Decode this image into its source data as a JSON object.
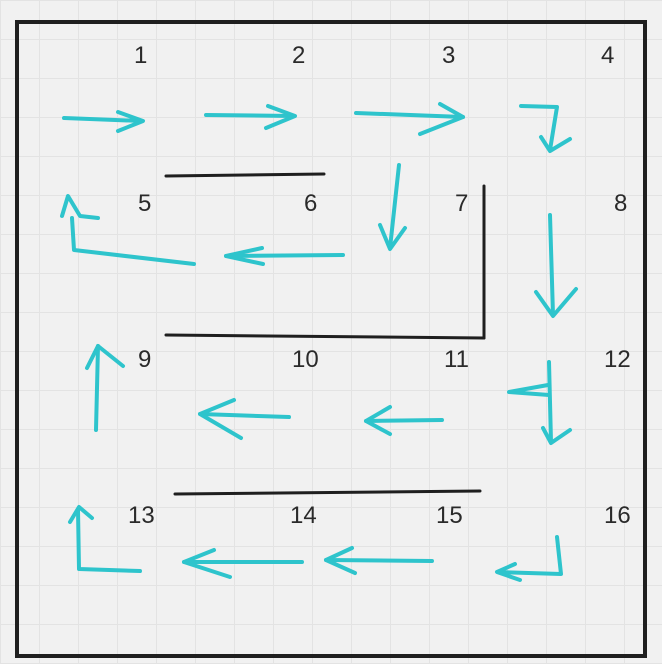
{
  "cells": [
    "1",
    "2",
    "3",
    "4",
    "5",
    "6",
    "7",
    "8",
    "9",
    "10",
    "11",
    "12",
    "13",
    "14",
    "15",
    "16"
  ],
  "colors": {
    "arrow": "#2ec4cc",
    "wall": "#1f1f1f",
    "background": "#f1f1f1",
    "text": "#2a2a2a"
  }
}
